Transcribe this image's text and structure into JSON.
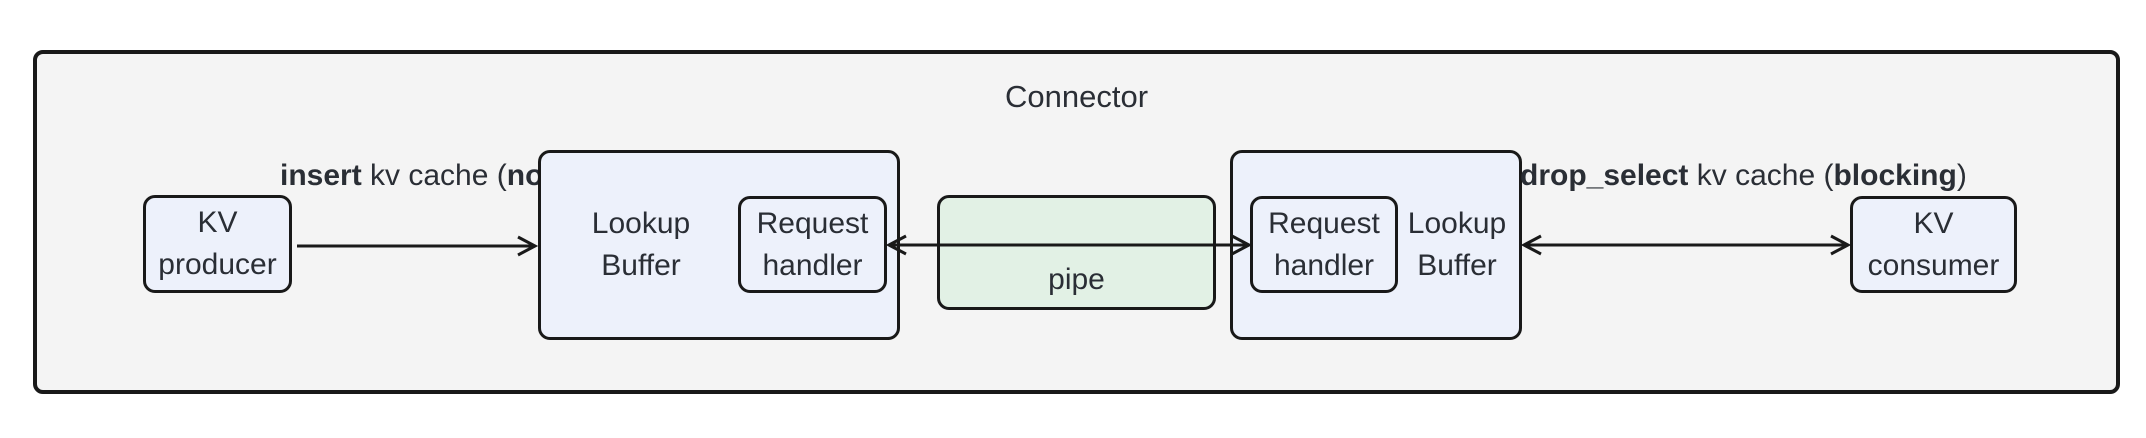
{
  "title": "Connector",
  "nodes": {
    "kv_producer": {
      "line1": "KV",
      "line2": "producer"
    },
    "lookup_buffer_left": {
      "line1": "Lookup",
      "line2": "Buffer"
    },
    "request_handler_left": {
      "line1": "Request",
      "line2": "handler"
    },
    "pipe": {
      "label": "pipe"
    },
    "request_handler_right": {
      "line1": "Request",
      "line2": "handler"
    },
    "lookup_buffer_right": {
      "line1": "Lookup",
      "line2": "Buffer"
    },
    "kv_consumer": {
      "line1": "KV",
      "line2": "consumer"
    }
  },
  "edges": {
    "insert": {
      "verb": "insert",
      "suffix": " kv cache",
      "open": "(",
      "mode": "non-blocking",
      "close": ")"
    },
    "drop_select": {
      "verb": "drop_select",
      "suffix": " kv cache",
      "open": "(",
      "mode": "blocking",
      "close": ")"
    }
  },
  "colors": {
    "container_fill": "#f4f4f4",
    "node_fill": "#edf1fb",
    "pipe_fill": "#e2f1e5",
    "stroke": "#191919",
    "text": "#2a2e35"
  }
}
